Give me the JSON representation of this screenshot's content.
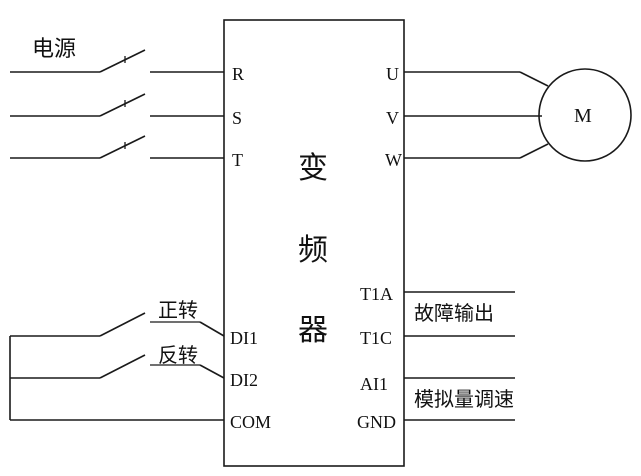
{
  "power_label": "电源",
  "device": {
    "title_chars": [
      "变",
      "频",
      "器"
    ]
  },
  "input_terminals": [
    "R",
    "S",
    "T"
  ],
  "output_terminals": [
    "U",
    "V",
    "W"
  ],
  "motor_label": "M",
  "control_terminals_left": [
    "DI1",
    "DI2",
    "COM"
  ],
  "control_terminals_right": [
    "T1A",
    "T1C",
    "AI1",
    "GND"
  ],
  "switch_labels": {
    "forward": "正转",
    "reverse": "反转"
  },
  "right_labels": {
    "fault_output": "故障输出",
    "analog_speed": "模拟量调速"
  }
}
